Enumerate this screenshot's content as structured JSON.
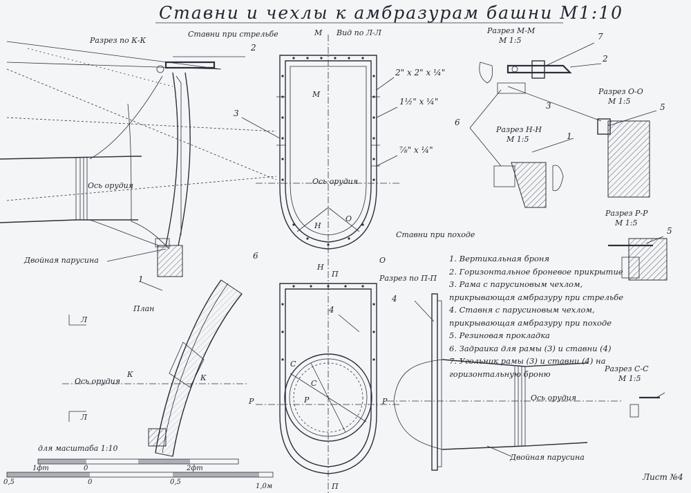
{
  "sheet": {
    "title": "Ставни и чехлы к амбразурам башни М1:10",
    "sheet_number": "Лист №4"
  },
  "views": {
    "section_kk": "Разрез по К-К",
    "shutters_firing": "Ставни при стрельбе",
    "view_ll_mark": "М",
    "view_ll": "Вид по Л-Л",
    "section_mm": "Разрез М-М",
    "section_mm_scale": "М 1:5",
    "section_oo": "Разрез О-О",
    "section_oo_scale": "М 1:5",
    "section_nn": "Разрез Н-Н",
    "section_nn_scale": "М 1:5",
    "section_pp_r": "Разрез Р-Р",
    "section_pp_r_scale": "М 1:5",
    "section_pp": "Разрез по П-П",
    "section_ss": "Разрез С-С",
    "section_ss_scale": "М 1:5",
    "shutters_march": "Ставни при походе",
    "plan": "План"
  },
  "labels": {
    "gun_axis": "Ось орудия",
    "double_canvas": "Двойная парусина",
    "size_a": "2\" x 2\" x ¼\"",
    "size_b": "1½\" x ¼\"",
    "size_c": "⅞\" x ¼\"",
    "mark_m": "М",
    "mark_n": "Н",
    "mark_o": "О",
    "mark_p": "П",
    "mark_r": "Р",
    "mark_s": "С",
    "mark_k": "К",
    "mark_l": "Л"
  },
  "numbers": [
    "1",
    "2",
    "3",
    "4",
    "5",
    "6",
    "7"
  ],
  "legend": [
    "1. Вертикальная броня",
    "2. Горизонтальное броневое прикрытие",
    "3. Рама с парусиновым чехлом,",
    "прикрывающая амбразуру при стрельбе",
    "4. Ставня с парусиновым чехлом,",
    "прикрывающая амбразуру при походе",
    "5. Резиновая прокладка",
    "6. Задраика для рамы (3) и ставни (4)",
    "7. Угольник рамы (3) и ставни (4) на",
    "горизонтальную броню"
  ],
  "scale": {
    "caption": "для масштаба 1:10",
    "ft_1": "1фт",
    "zero_top": "0",
    "ft_2": "2фт",
    "m_05_left": "0,5",
    "zero_bottom": "0",
    "m_05": "0,5",
    "m_10": "1,0м"
  }
}
